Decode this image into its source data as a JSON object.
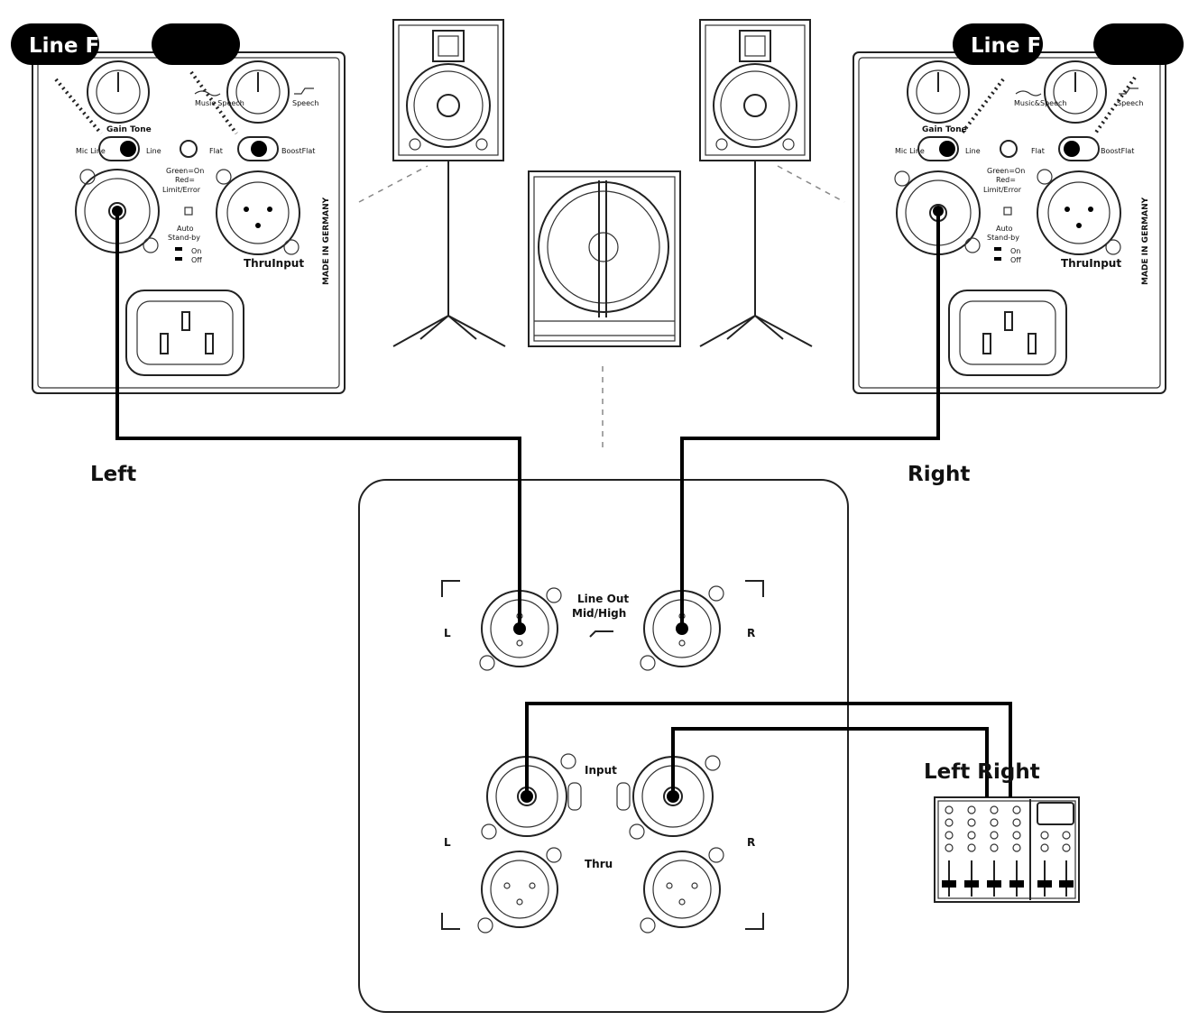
{
  "amp_left": {
    "tag_line": "Line F",
    "gain_tone": "Gain Tone",
    "music_speech": "Music Speech",
    "speech": "Speech",
    "mic_line": "Mic Line",
    "line": "Line",
    "flat": "Flat",
    "boost_flat": "BoostFlat",
    "green_on": "Green=On",
    "red": "Red=",
    "limit_error": "Limit/Error",
    "auto": "Auto",
    "standby": "Stand-by",
    "on": "On",
    "off": "Off",
    "thru_input": "ThruInput",
    "made_in": "MADE IN GERMANY"
  },
  "amp_right": {
    "tag_line": "Line F",
    "gain_tone": "Gain Tone",
    "music_speech": "Music&Speech",
    "speech": "Speech",
    "mic_line": "Mic Line",
    "line": "Line",
    "flat": "Flat",
    "boost_flat": "BoostFlat",
    "green_on": "Green=On",
    "red": "Red=",
    "limit_error": "Limit/Error",
    "auto": "Auto",
    "standby": "Stand-by",
    "on": "On",
    "off": "Off",
    "thru_input": "ThruInput",
    "made_in": "MADE IN GERMANY"
  },
  "labels": {
    "left": "Left",
    "right": "Right",
    "mixer_left_right": "Left Right"
  },
  "sub_panel": {
    "line_out": "Line Out",
    "mid_high": "Mid/High",
    "input": "Input",
    "thru": "Thru",
    "l_top": "L",
    "r_top": "R",
    "l_bottom": "L",
    "r_bottom": "R"
  }
}
